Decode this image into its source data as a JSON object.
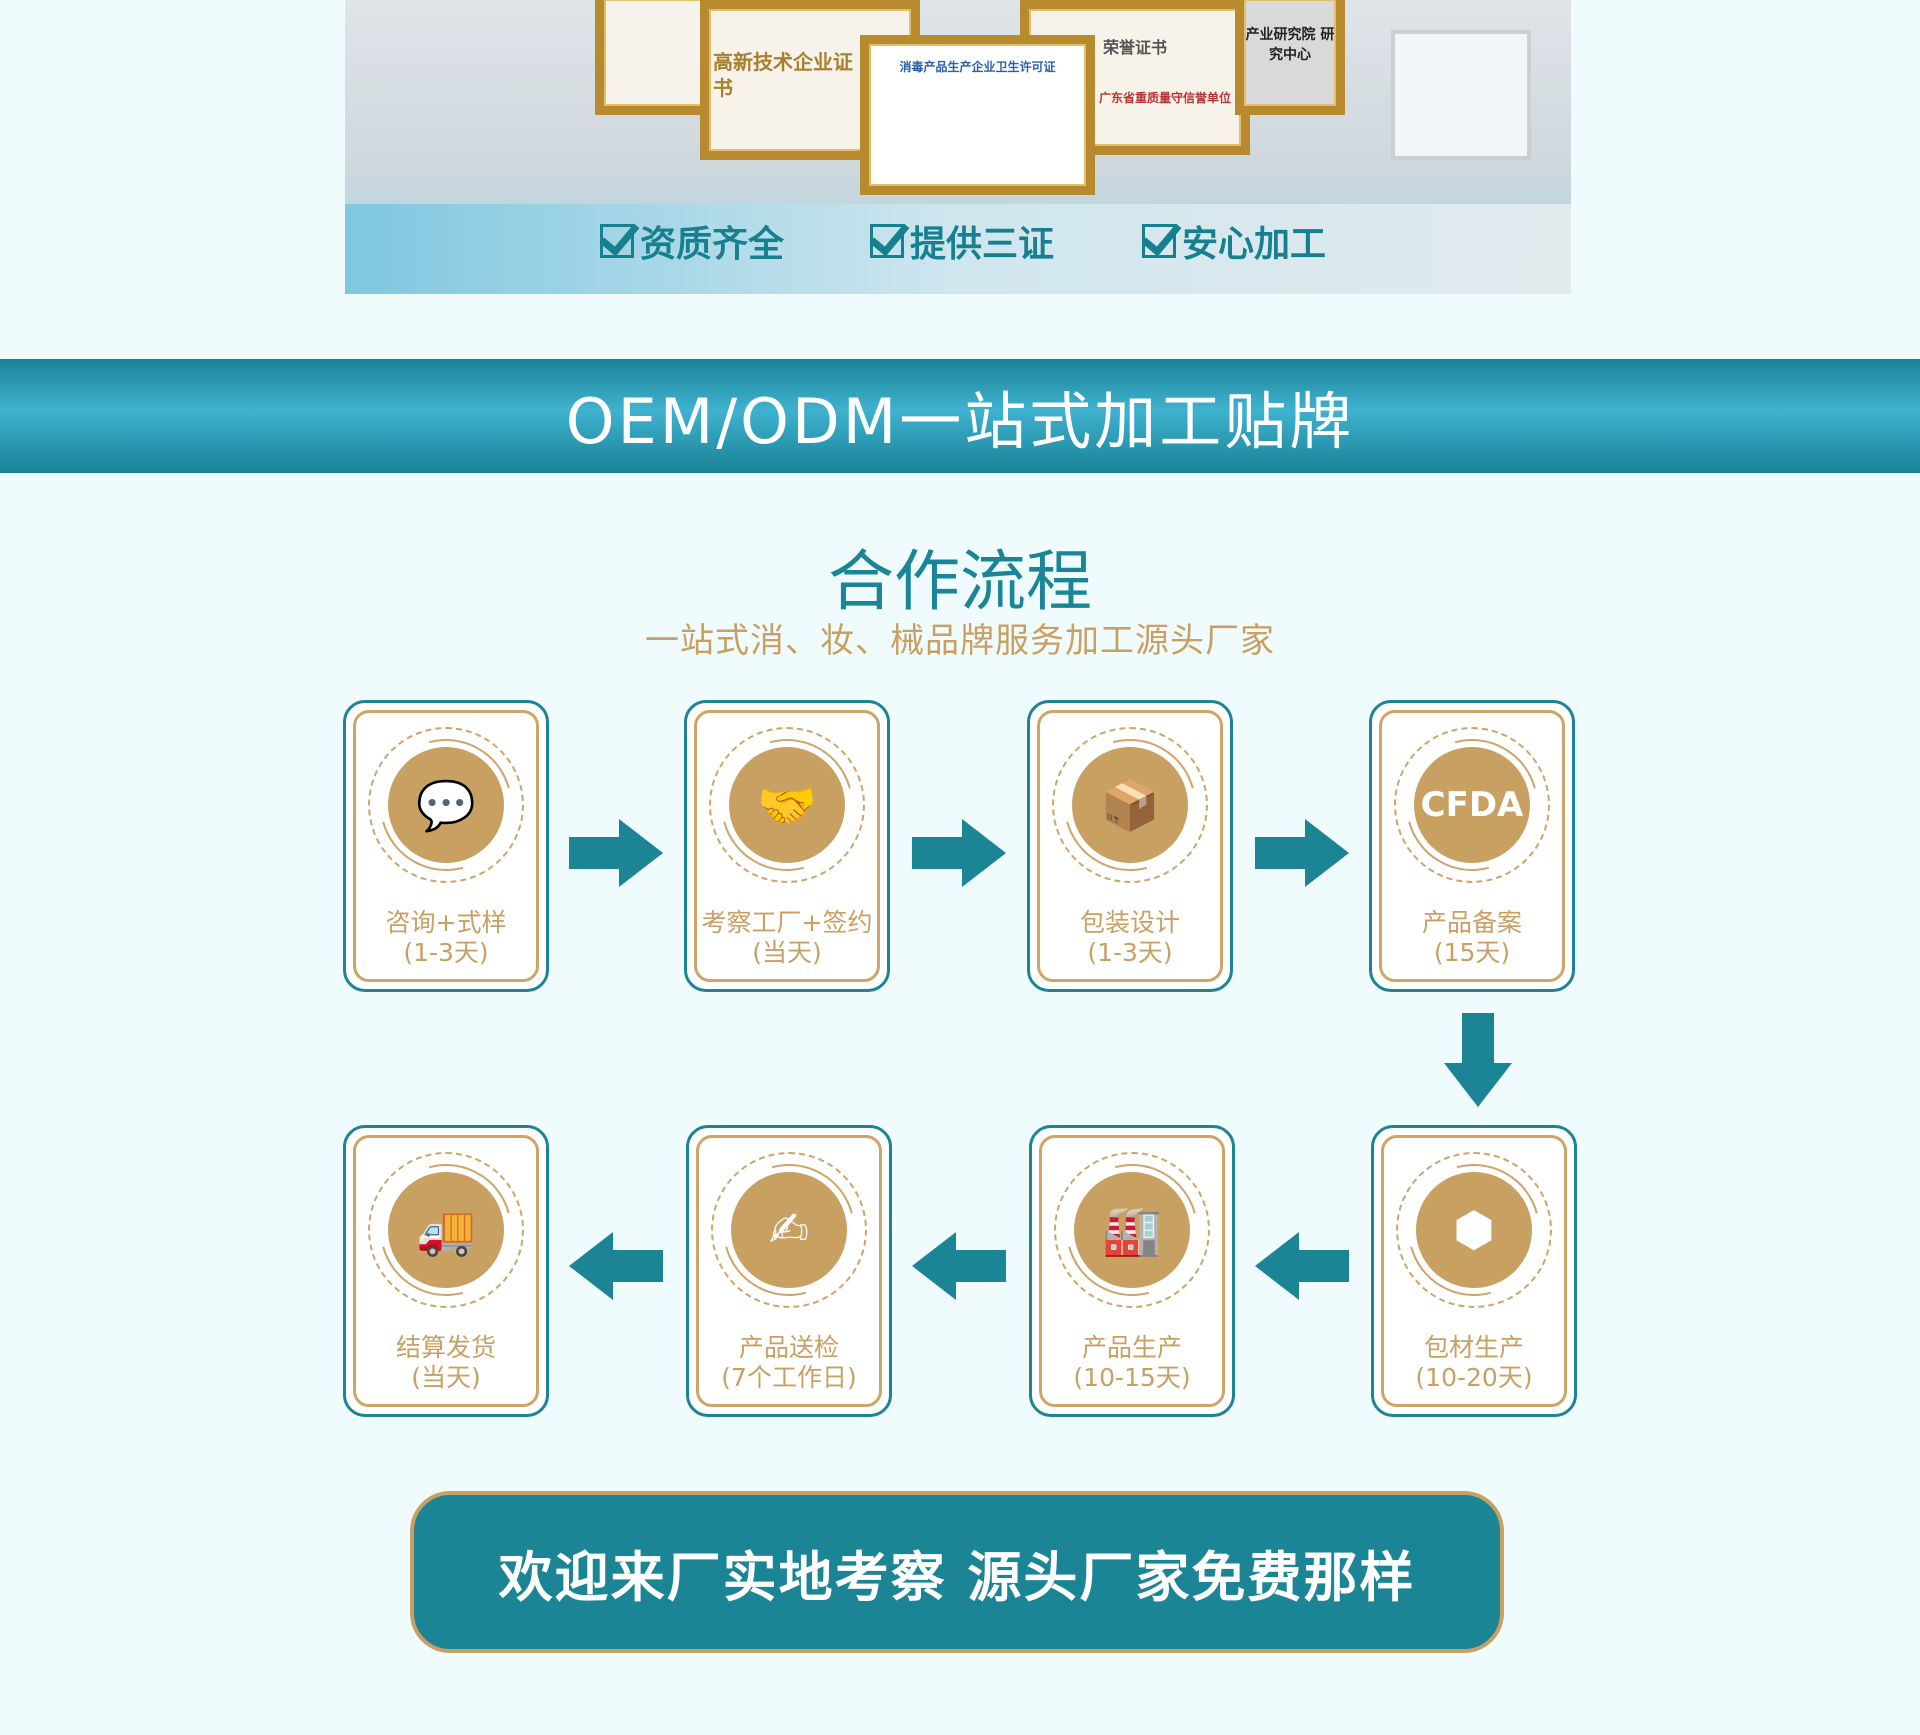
{
  "hero": {
    "certificates": [
      "高新技术企业证书",
      "消毒产品生产企业卫生许可证",
      "荣誉证书",
      "广东省重质量守信誉单位",
      "产业研究院 研究中心"
    ],
    "checks": [
      "资质齐全",
      "提供三证",
      "安心加工"
    ]
  },
  "banner": {
    "title": "OEM/ODM一站式加工贴牌"
  },
  "section": {
    "title": "合作流程",
    "subtitle": "一站式消、妆、械品牌服务加工源头厂家"
  },
  "steps": [
    {
      "label": "咨询+式样",
      "duration": "(1-3天)",
      "icon": "chat-bubbles-icon"
    },
    {
      "label": "考察工厂+签约",
      "duration": "(当天)",
      "icon": "handshake-icon"
    },
    {
      "label": "包装设计",
      "duration": "(1-3天)",
      "icon": "package-design-icon"
    },
    {
      "label": "产品备案",
      "duration": "(15天)",
      "icon": "cfda-icon",
      "icon_text": "CFDA"
    },
    {
      "label": "包材生产",
      "duration": "(10-20天)",
      "icon": "box-icon"
    },
    {
      "label": "产品生产",
      "duration": "(10-15天)",
      "icon": "factory-icon"
    },
    {
      "label": "产品送检",
      "duration": "(7个工作日)",
      "icon": "inspection-icon"
    },
    {
      "label": "结算发货",
      "duration": "(当天)",
      "icon": "truck-icon"
    }
  ],
  "cta": {
    "label": "欢迎来厂实地考察 源头厂家免费那样"
  },
  "colors": {
    "teal": "#1b8596",
    "gold": "#c9a063",
    "background": "#effbfd"
  }
}
